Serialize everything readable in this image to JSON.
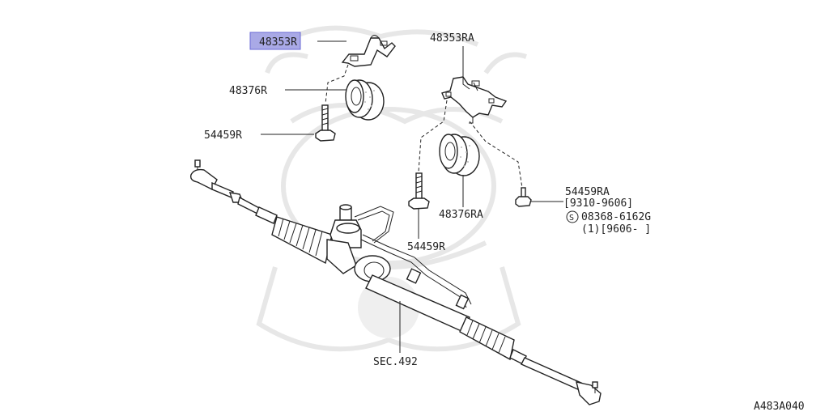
{
  "colors": {
    "highlight": "#a9a9e6",
    "highlight_border": "#6b6bd6",
    "line": "#222222",
    "watermark": "#e7e7e7"
  },
  "labels": {
    "p48353R": "48353R",
    "p48376R": "48376R",
    "p54459R_top": "54459R",
    "p48353RA": "48353RA",
    "p48376RA": "48376RA",
    "p54459R_mid": "54459R",
    "p54459RA": "54459RA",
    "p54459RA_range": "[9310-9606]",
    "p08368_circle": "S",
    "p08368": "08368-6162G",
    "p08368_range": "(1)[9606-     ]",
    "sec492": "SEC.492"
  },
  "diagram_id": "A483A040"
}
